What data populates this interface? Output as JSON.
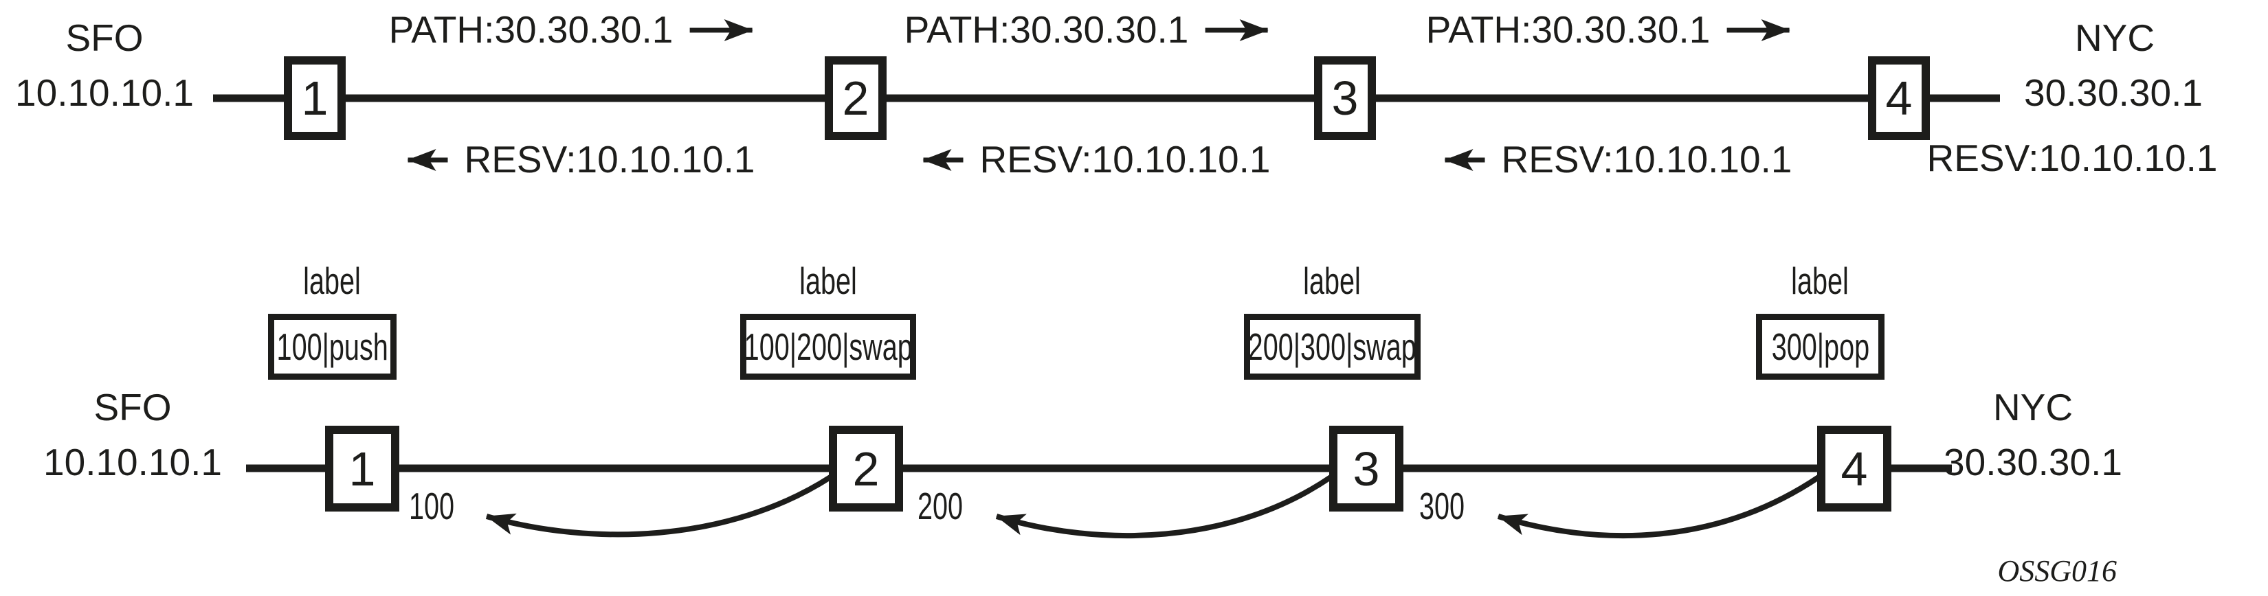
{
  "colors": {
    "ink": "#1d1d1b",
    "paper": "#ffffff"
  },
  "figure_credit": "OSSG016",
  "signaling": {
    "source": {
      "city": "SFO",
      "ip": "10.10.10.1"
    },
    "destination": {
      "city": "NYC",
      "ip": "30.30.30.1",
      "resv": "RESV:10.10.10.1"
    },
    "routers": [
      "1",
      "2",
      "3",
      "4"
    ],
    "path_messages": [
      "PATH:30.30.30.1",
      "PATH:30.30.30.1",
      "PATH:30.30.30.1"
    ],
    "resv_messages": [
      "RESV:10.10.10.1",
      "RESV:10.10.10.1",
      "RESV:10.10.10.1"
    ]
  },
  "label_distribution": {
    "source": {
      "city": "SFO",
      "ip": "10.10.10.1"
    },
    "destination": {
      "city": "NYC",
      "ip": "30.30.30.1"
    },
    "routers": [
      "1",
      "2",
      "3",
      "4"
    ],
    "captions": [
      "label",
      "label",
      "label",
      "label"
    ],
    "operations": [
      "100|push",
      "100|200|swap",
      "200|300|swap",
      "300|pop"
    ],
    "advertised_labels": [
      "100",
      "200",
      "300"
    ]
  }
}
